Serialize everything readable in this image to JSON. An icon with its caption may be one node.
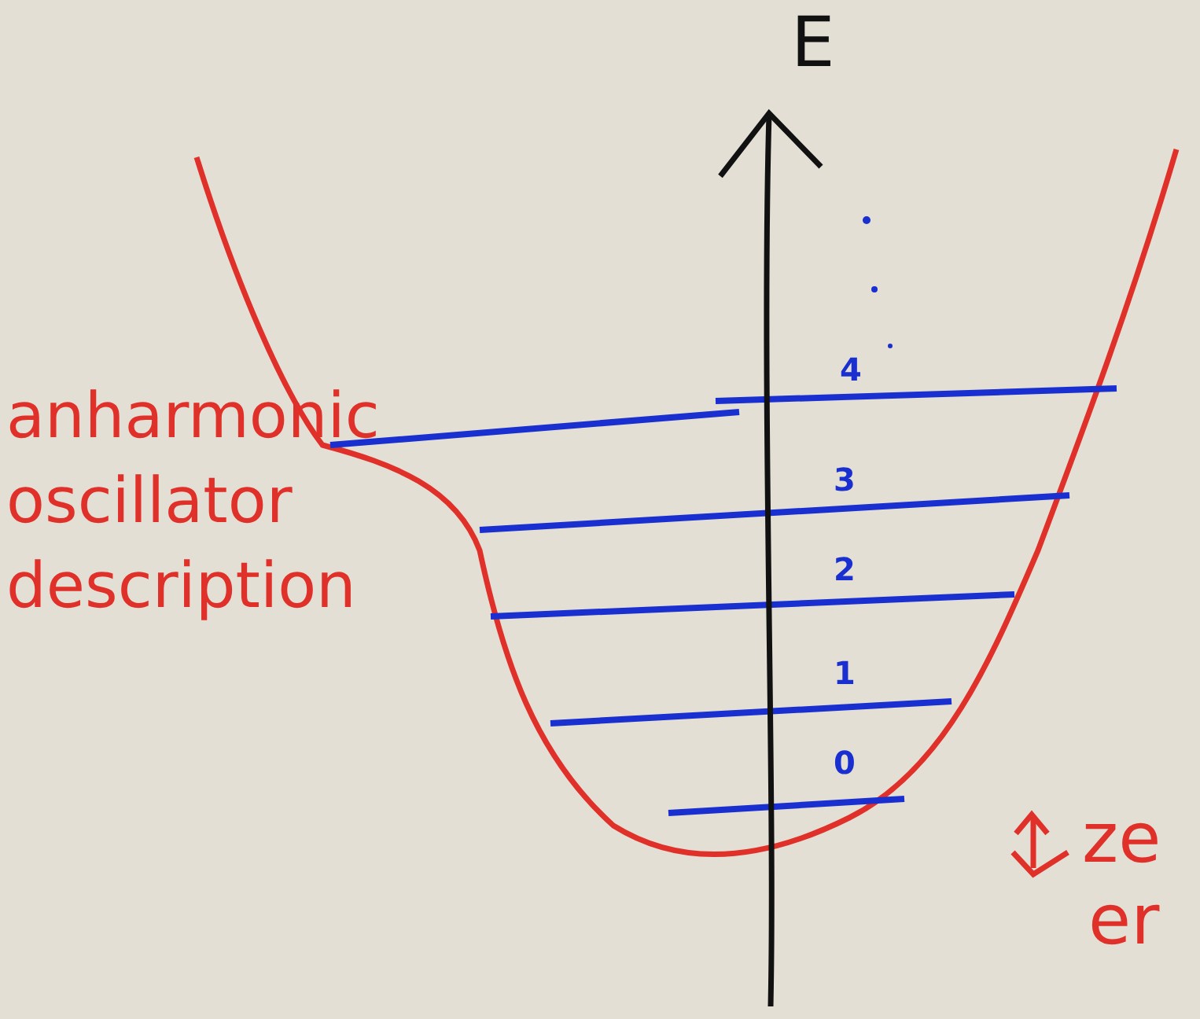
{
  "diagram": {
    "labels": [
      "E",
      "4",
      "anharmonic oscillator description",
      "3",
      "2",
      "1",
      "0",
      "ze",
      "er"
    ]
  }
}
